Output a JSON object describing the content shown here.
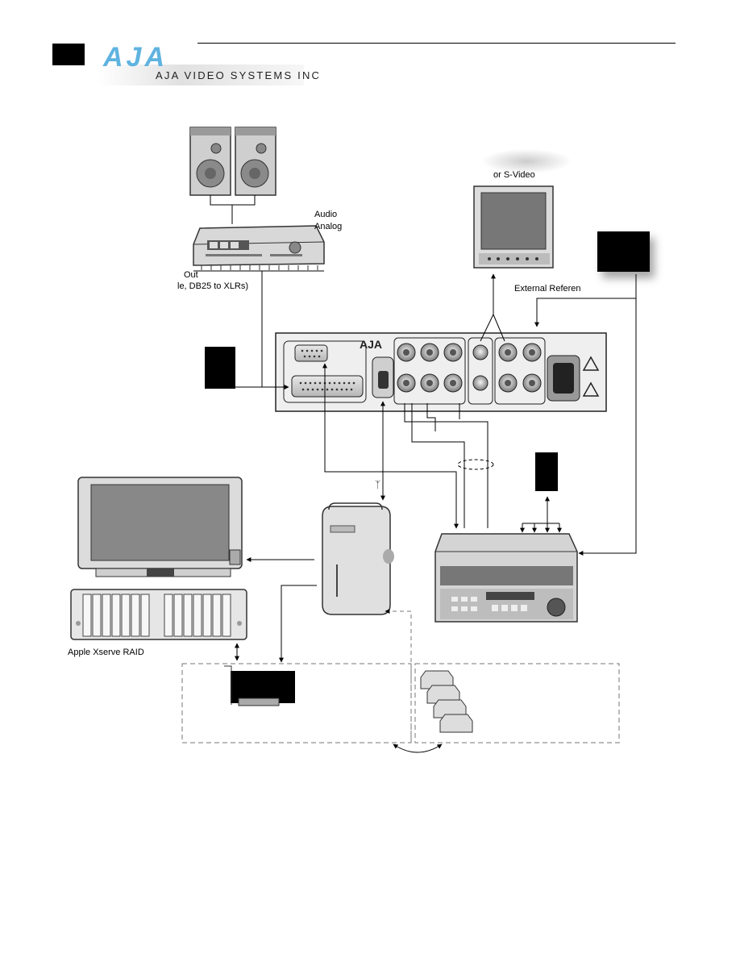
{
  "header": {
    "logo_mark": "AJA",
    "logo_company": "AJA VIDEO SYSTEMS INC"
  },
  "labels": {
    "audio_top": "Audio",
    "analog_top": "Analog",
    "out_label": "Out",
    "cable_label": "le, DB25 to XLRs)",
    "svideo_label": "or S-Video",
    "external_ref": "External Referen",
    "xserve_raid": "Apple Xserve RAID"
  },
  "panel": {
    "brand": "AJA"
  },
  "colors": {
    "logo_blue": "#5fb3e0",
    "line": "#000000",
    "device_gray": "#d8d8d8",
    "dark_gray": "#555555"
  }
}
